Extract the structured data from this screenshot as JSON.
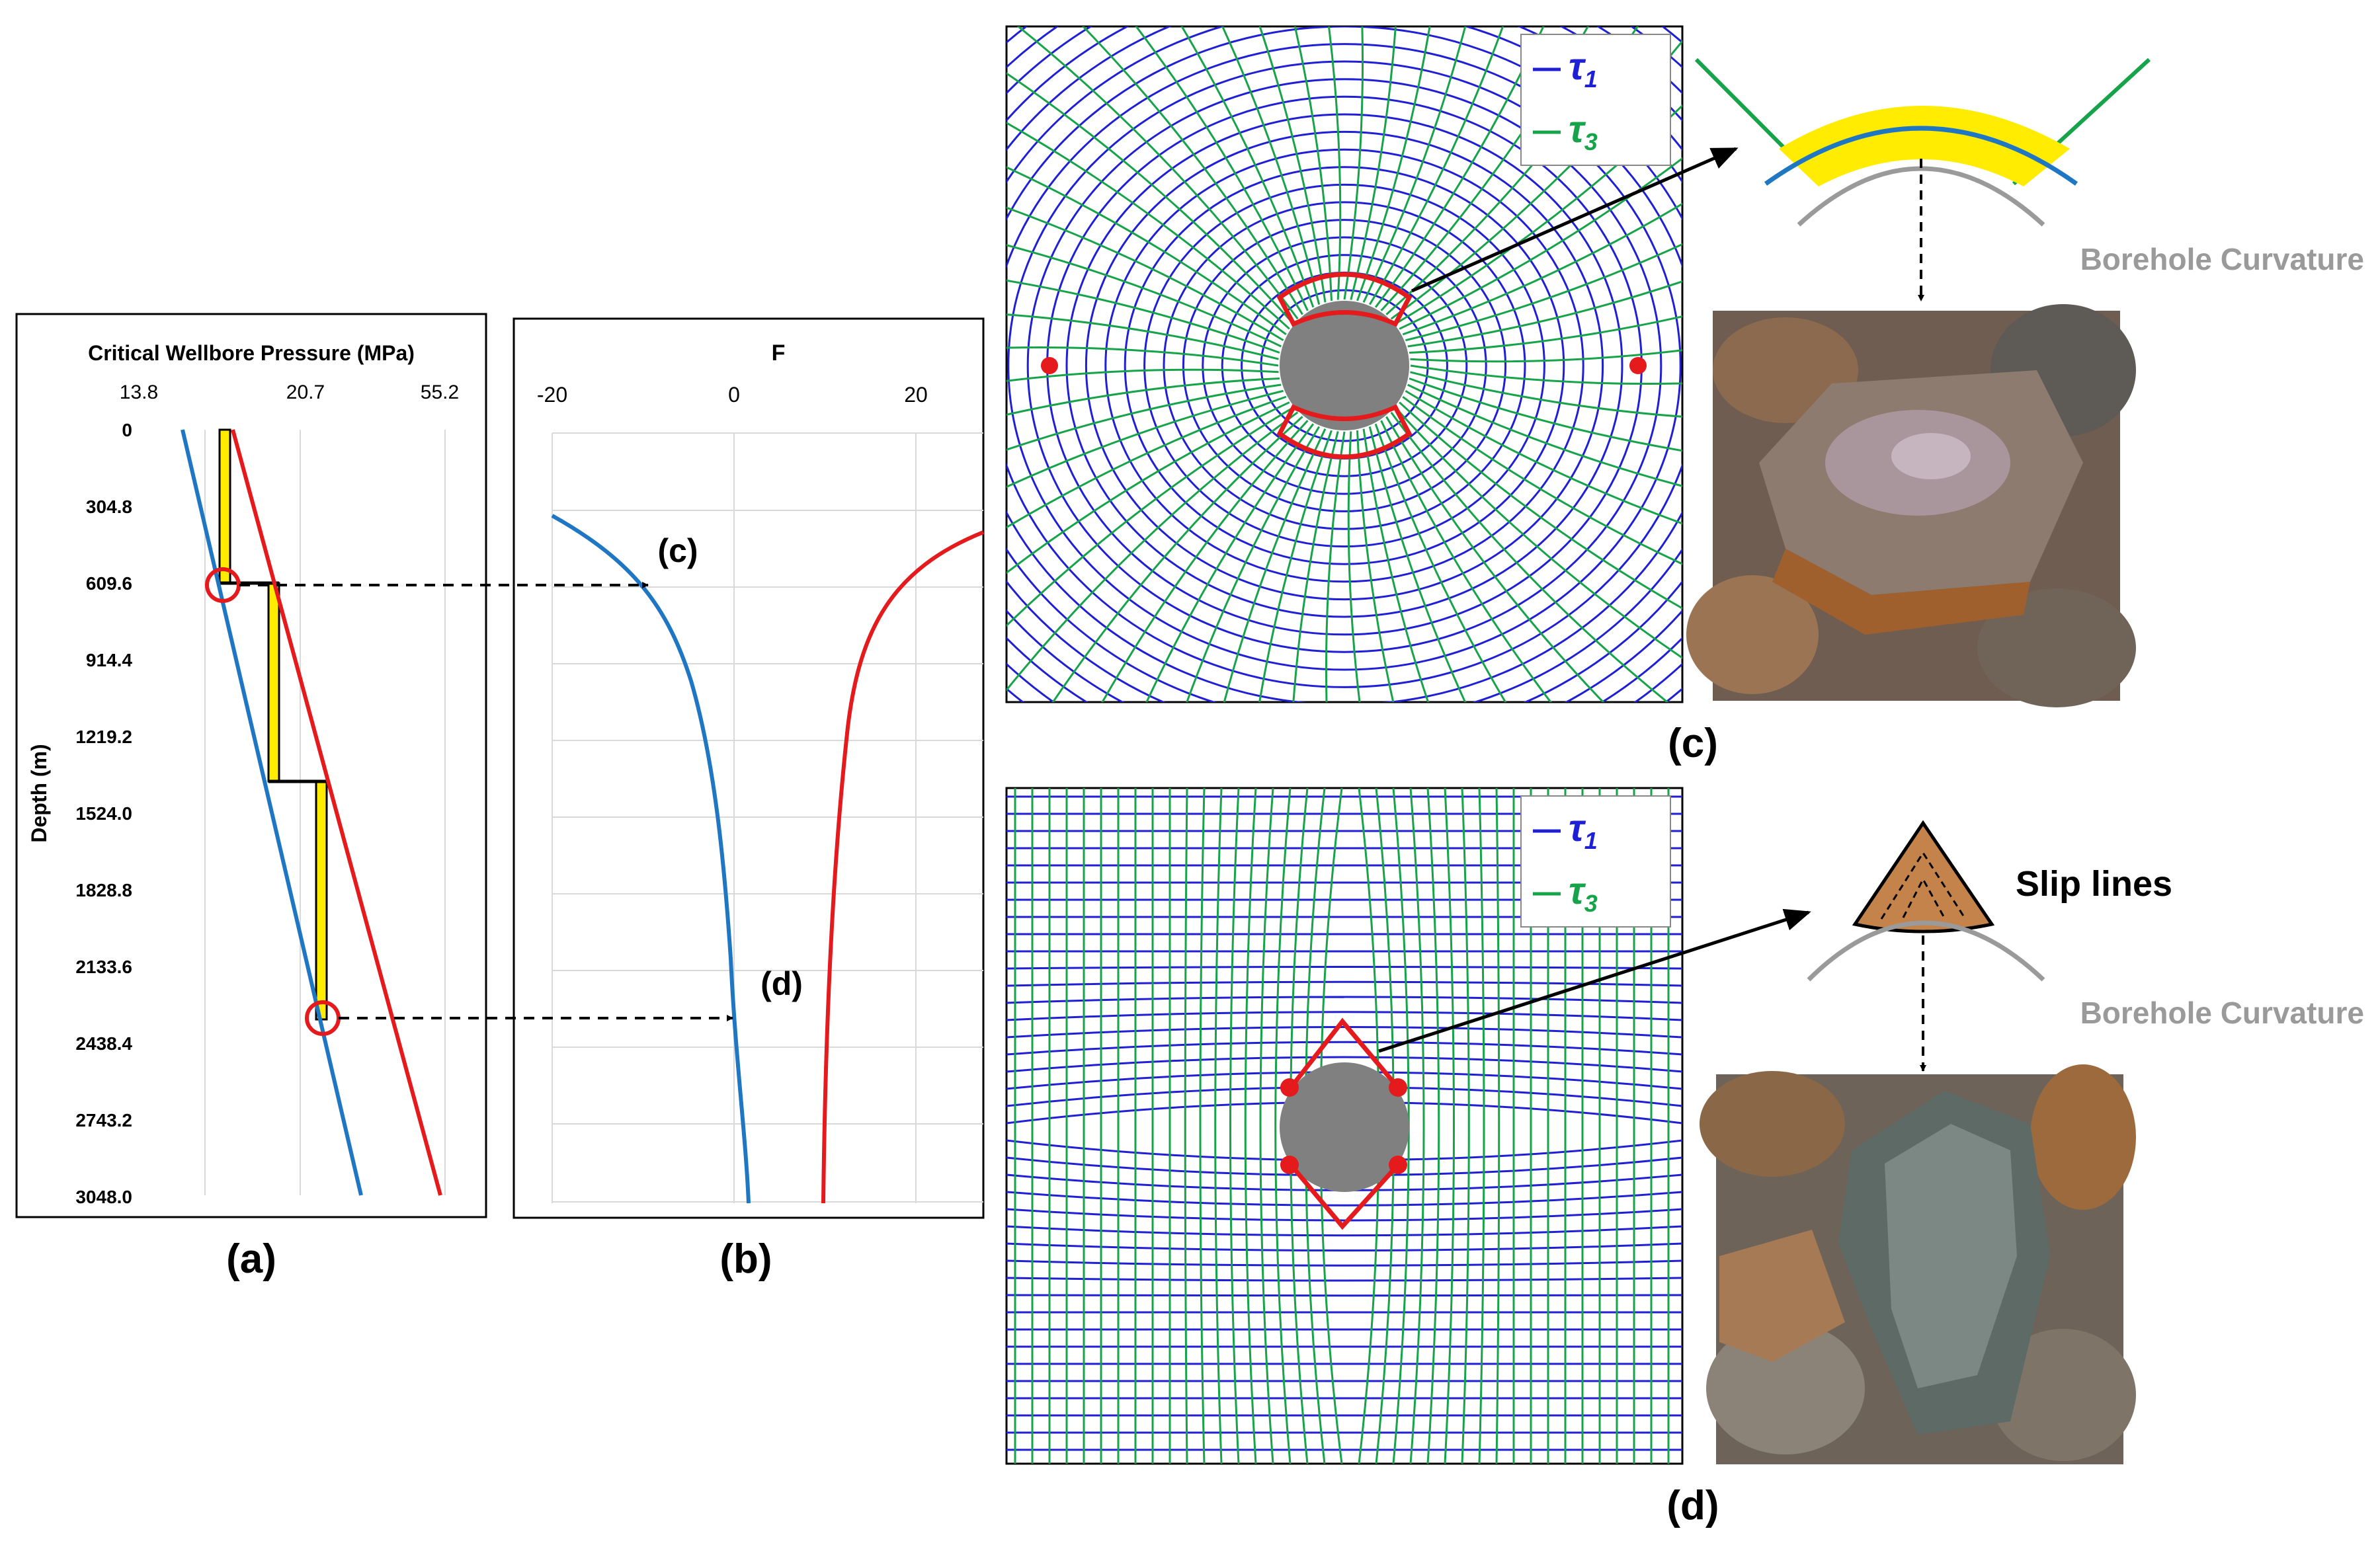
{
  "panel_a": {
    "title": "Critical Wellbore Pressure (MPa)",
    "ylabel": "Depth (m)",
    "x_ticks": [
      "13.8",
      "20.7",
      "55.2"
    ],
    "y_ticks": [
      "0",
      "304.8",
      "609.6",
      "914.4",
      "1219.2",
      "1524.0",
      "1828.8",
      "2133.6",
      "2438.4",
      "2743.2",
      "3048.0"
    ],
    "caption": "(a)"
  },
  "panel_b": {
    "title": "F",
    "x_ticks": [
      "-20",
      "0",
      "20"
    ],
    "label_c": "(c)",
    "label_d": "(d)",
    "caption": "(b)"
  },
  "panel_c": {
    "legend": [
      {
        "symbol": "τ",
        "sub": "1",
        "color": "#1f1fd6"
      },
      {
        "symbol": "τ",
        "sub": "3",
        "color": "#16a34a"
      }
    ],
    "curvature_label": "Borehole Curvature",
    "caption": "(c)"
  },
  "panel_d": {
    "legend": [
      {
        "symbol": "τ",
        "sub": "1",
        "color": "#1f1fd6"
      },
      {
        "symbol": "τ",
        "sub": "3",
        "color": "#16a34a"
      }
    ],
    "slip_label": "Slip lines",
    "curvature_label": "Borehole Curvature",
    "caption": "(d)"
  },
  "colors": {
    "blue_curve": "#1f77c4",
    "red_curve": "#e41a1c",
    "tau1": "#1f1fd6",
    "tau3": "#16a34a",
    "highlight": "#ffec00",
    "borehole": "#808080"
  }
}
